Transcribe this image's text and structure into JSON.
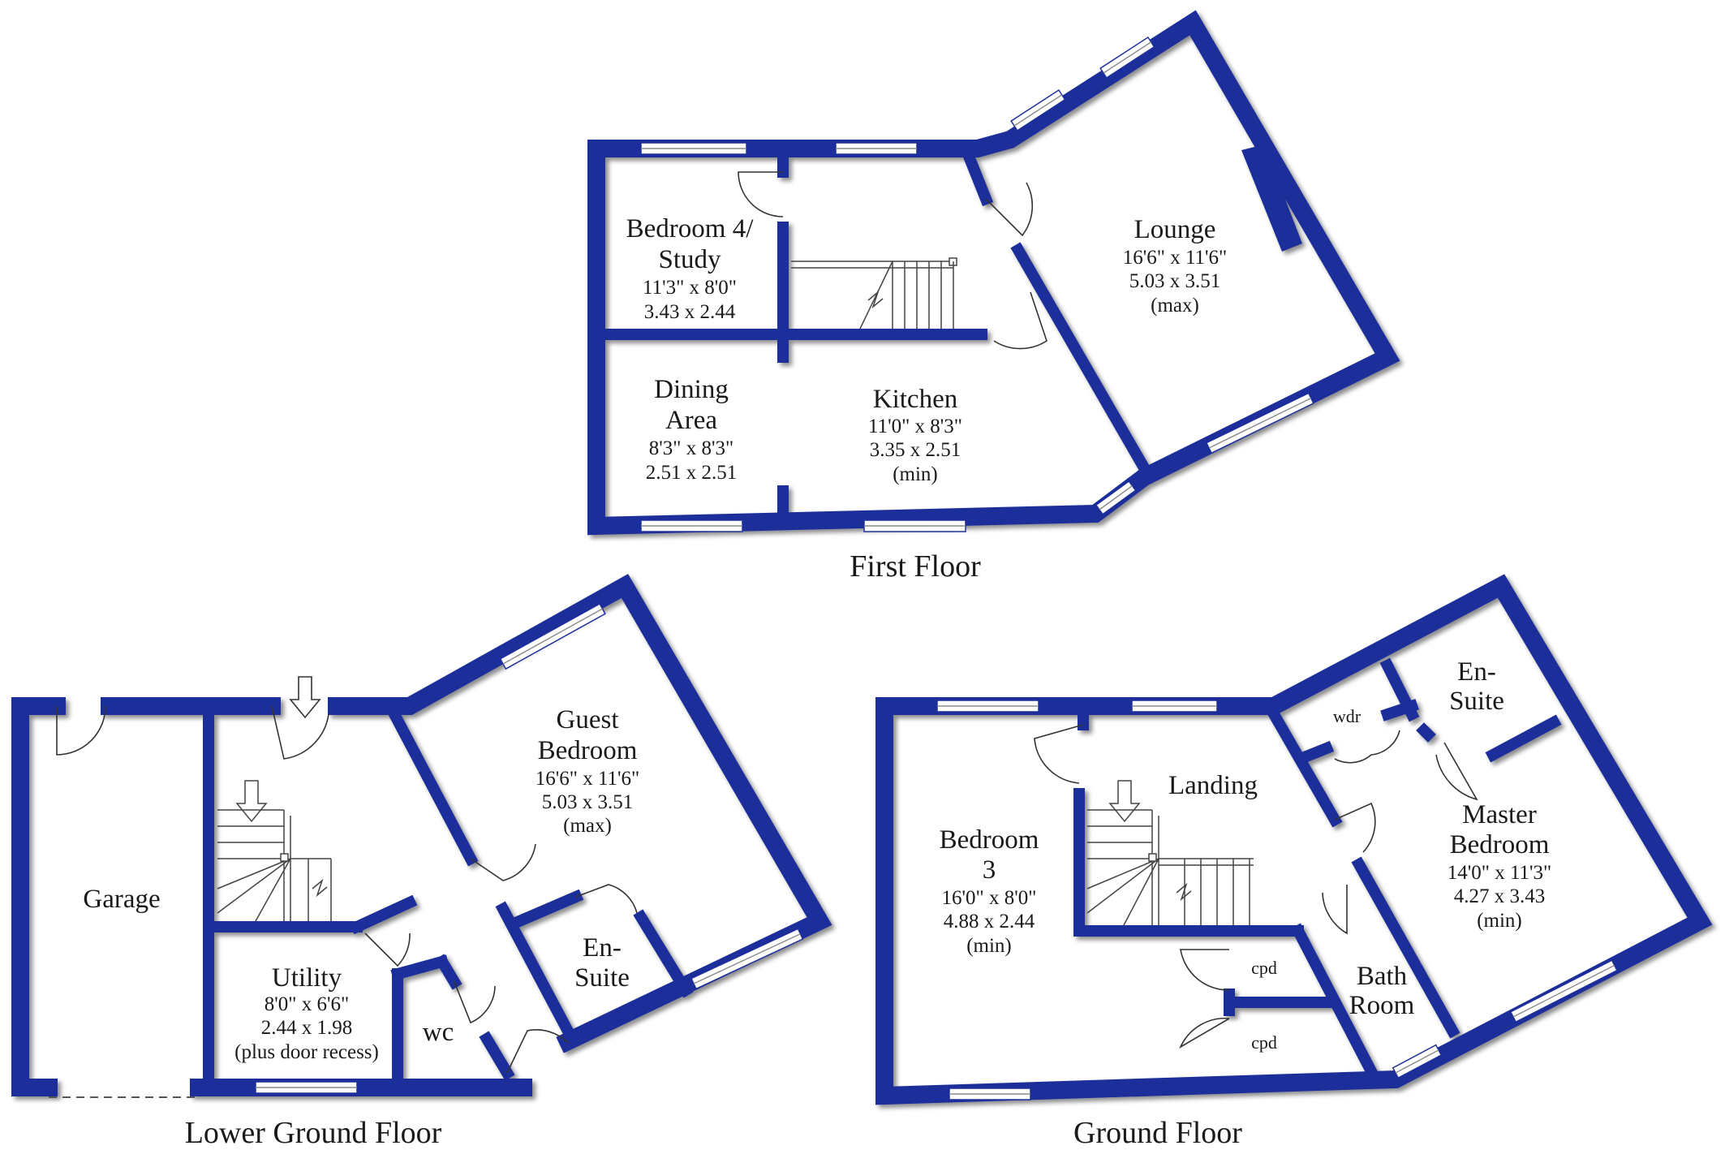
{
  "floors": {
    "first": {
      "title": "First Floor",
      "rooms": {
        "bedroom4": {
          "name1": "Bedroom 4/",
          "name2": "Study",
          "imperial": "11'3\" x 8'0\"",
          "metric": "3.43 x 2.44"
        },
        "lounge": {
          "name": "Lounge",
          "imperial": "16'6\" x 11'6\"",
          "metric": "5.03 x 3.51",
          "note": "(max)"
        },
        "dining": {
          "name1": "Dining",
          "name2": "Area",
          "imperial": "8'3\" x 8'3\"",
          "metric": "2.51 x 2.51"
        },
        "kitchen": {
          "name": "Kitchen",
          "imperial": "11'0\" x 8'3\"",
          "metric": "3.35 x 2.51",
          "note": "(min)"
        }
      }
    },
    "lower": {
      "title": "Lower Ground Floor",
      "rooms": {
        "garage": {
          "name": "Garage"
        },
        "guest": {
          "name1": "Guest",
          "name2": "Bedroom",
          "imperial": "16'6\" x 11'6\"",
          "metric": "5.03 x 3.51",
          "note": "(max)"
        },
        "utility": {
          "name": "Utility",
          "imperial": "8'0\" x 6'6\"",
          "metric": "2.44 x 1.98",
          "note": "(plus door recess)"
        },
        "wc": {
          "name": "wc"
        },
        "ensuite": {
          "name1": "En-",
          "name2": "Suite"
        }
      }
    },
    "ground": {
      "title": "Ground Floor",
      "rooms": {
        "bedroom3": {
          "name1": "Bedroom",
          "name2": "3",
          "imperial": "16'0\" x 8'0\"",
          "metric": "4.88 x 2.44",
          "note": "(min)"
        },
        "landing": {
          "name": "Landing"
        },
        "wdr": {
          "name": "wdr"
        },
        "ensuite": {
          "name1": "En-",
          "name2": "Suite"
        },
        "master": {
          "name1": "Master",
          "name2": "Bedroom",
          "imperial": "14'0\" x 11'3\"",
          "metric": "4.27 x 3.43",
          "note": "(min)"
        },
        "bath": {
          "name1": "Bath",
          "name2": "Room"
        },
        "cpd1": {
          "name": "cpd"
        },
        "cpd2": {
          "name": "cpd"
        }
      }
    }
  },
  "colors": {
    "wall": "#1e2f9a",
    "background": "#ffffff"
  }
}
